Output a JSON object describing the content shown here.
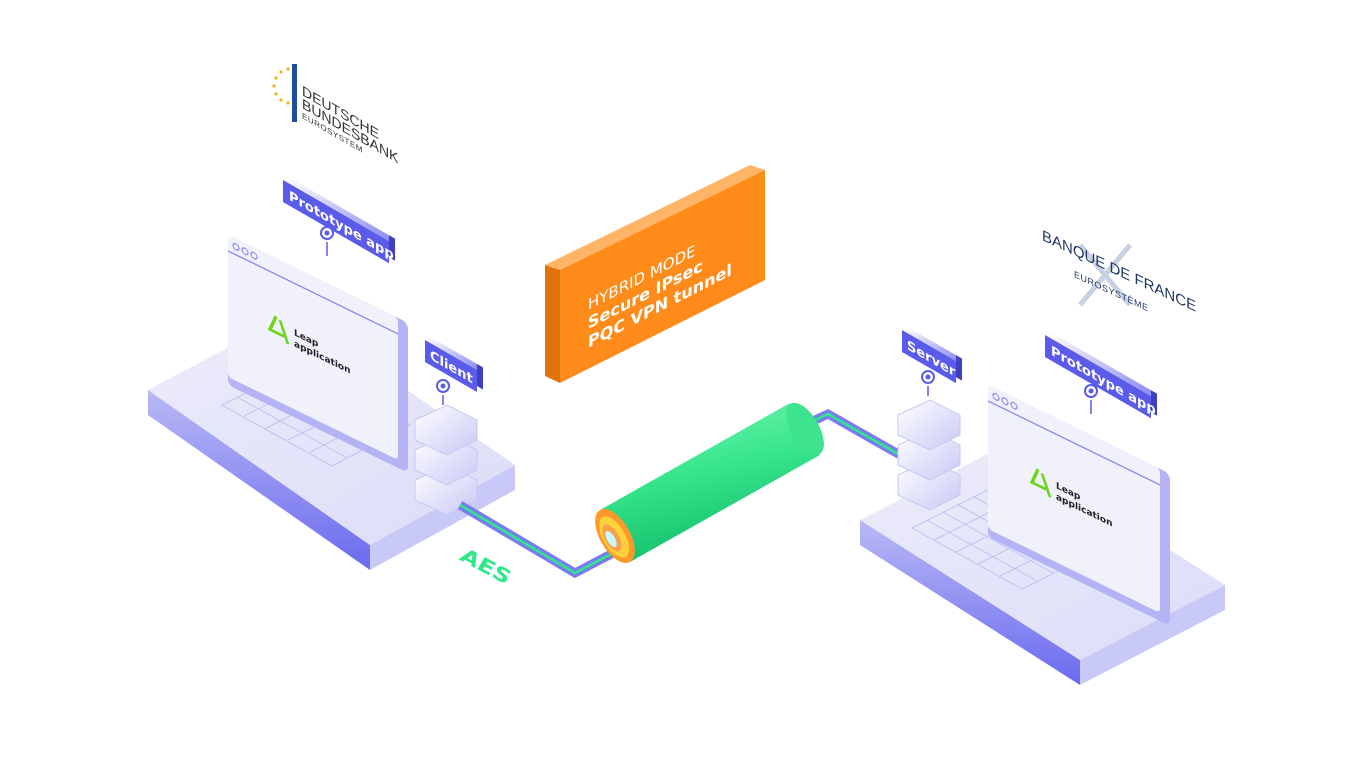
{
  "logos": {
    "bundesbank": {
      "line1": "DEUTSCHE",
      "line2": "BUNDESBANK",
      "line3": "EUROSYSTEM"
    },
    "banque_de_france": {
      "line1": "BANQUE DE FRANCE",
      "line2": "EUROSYSTÈME"
    }
  },
  "left": {
    "app_label": "Prototype app",
    "node_label": "Client",
    "screen": {
      "brand": "Leap",
      "sub": "application"
    }
  },
  "right": {
    "app_label": "Prototype app",
    "node_label": "Server",
    "screen": {
      "brand": "Leap",
      "sub": "application"
    }
  },
  "tunnel": {
    "line1": "HYBRID MODE",
    "line2": "Secure IPsec",
    "line3": "PQC VPN tunnel",
    "cipher_label": "AES"
  },
  "colors": {
    "accent": "#5b5bea",
    "orange": "#ff8c1a",
    "green": "#2ee88a",
    "leaf": "#6cd61e"
  }
}
